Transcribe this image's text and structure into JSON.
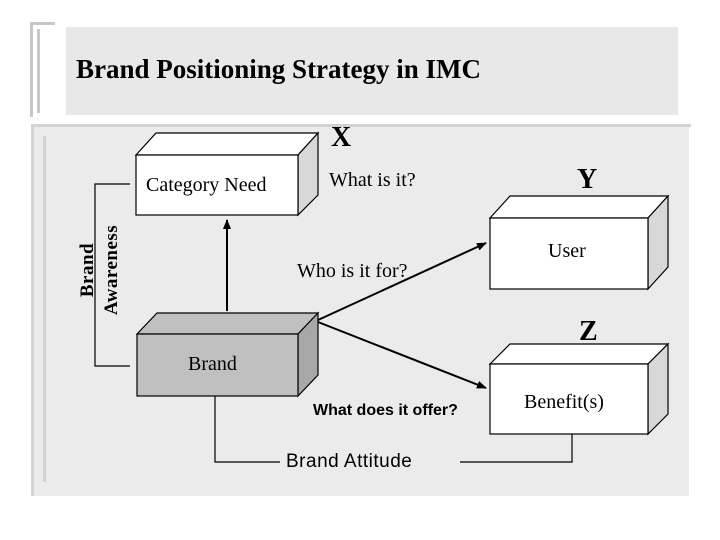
{
  "title": "Brand Positioning Strategy in IMC",
  "labels": {
    "x": "X",
    "y": "Y",
    "z": "Z",
    "category_need": "Category Need",
    "what_is_it": "What is it?",
    "who_is_it_for": "Who is it for?",
    "what_does_it_offer": "What does it offer?",
    "user": "User",
    "benefits": "Benefit(s)",
    "brand": "Brand",
    "brand_attitude": "Brand Attitude",
    "brand_awareness_line1": "Brand",
    "brand_awareness_line2": "Awareness"
  },
  "colors": {
    "box_face": "#ffffff",
    "brand_face": "#c0c0c0",
    "box_side": "#d8d8d8",
    "brand_side": "#a8a8a8",
    "panel": "#ebebeb",
    "title_band": "#e8e8e8"
  }
}
